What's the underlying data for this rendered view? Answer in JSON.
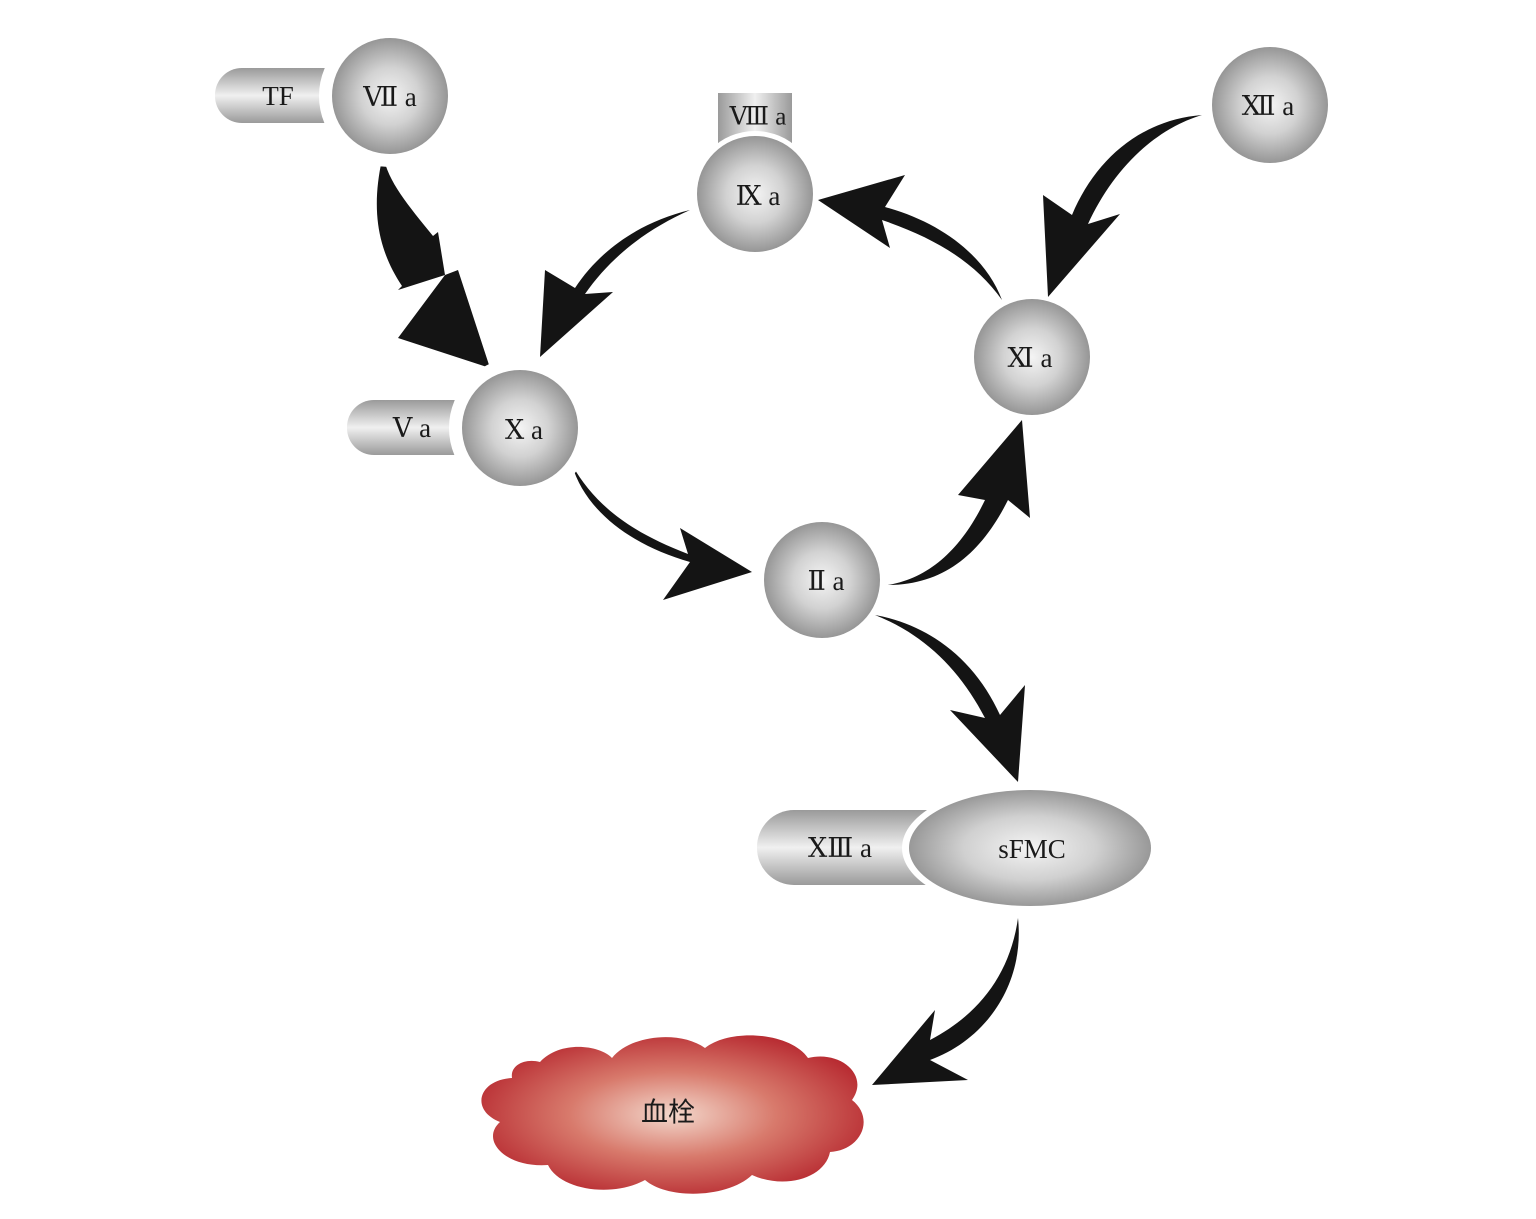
{
  "nodes": {
    "tf": "TF",
    "viia": "Ⅶ a",
    "viiia": "Ⅷ a",
    "ixa": "Ⅸ a",
    "xiia": "Ⅻ a",
    "xia": "Ⅺ a",
    "va": "Ⅴ a",
    "xa": "Ⅹ a",
    "iia": "Ⅱ a",
    "xiiia": "ⅩⅢ a",
    "sfmc": "sFMC",
    "thrombus": "血栓"
  },
  "colors": {
    "node_light": "#f2f2f2",
    "node_dark": "#8e8e8e",
    "arrow": "#141414",
    "thrombus_center": "#f0cfc3",
    "thrombus_edge": "#b8222a"
  }
}
